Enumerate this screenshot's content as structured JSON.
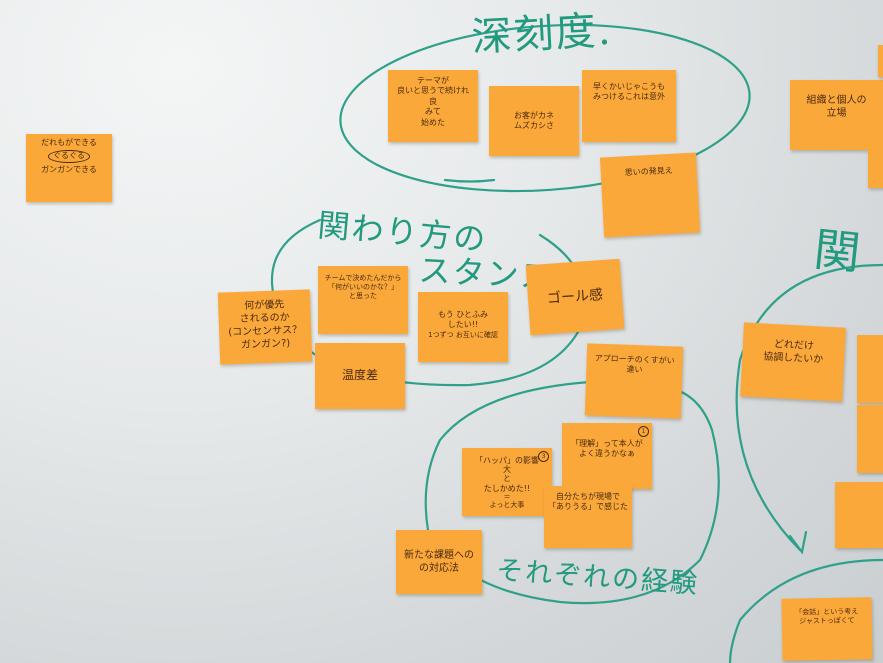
{
  "headings": {
    "depth": "深刻度.",
    "stance_1": "関わり方の",
    "stance_2": "スタンス",
    "experience": "それぞれの経験",
    "right_partial": "関"
  },
  "notes": {
    "left": [
      "だれもができる",
      "ぐるぐる",
      "ガンガンできる"
    ],
    "theme": [
      "テーマが",
      "良いと思うで続けれ",
      "良",
      "みて",
      "始めた"
    ],
    "customer": [
      "お客がカネ",
      "ムズカシさ"
    ],
    "early": [
      "早くかいじゃこうも",
      "みつけるこれは意外"
    ],
    "thought": [
      "思いの発見え"
    ],
    "org": [
      "組織と個人の",
      "立場"
    ],
    "priority": [
      "何が優先",
      "されるのか",
      "(コンセンサス？",
      "ガンガン?)"
    ],
    "team": [
      "チームで決めたんだから",
      "「何がいいのかな？」",
      "と思った"
    ],
    "one_step": [
      "もう ひとふみ",
      "したい!!",
      "1つずつ お互いに確認"
    ],
    "goal": [
      "ゴール感"
    ],
    "temperature": [
      "温度差"
    ],
    "approach": [
      "アプローチのくすがい",
      "違い"
    ],
    "meaning": [
      "「理解」って本人が",
      "よく違うかなぁ"
    ],
    "ballpark": [
      "「ハッパ」の影響",
      "大",
      "と",
      "たしかめた!!",
      "＝",
      "よっと大事"
    ],
    "self": [
      "自分たちが現場で",
      "「ありうる」で感じた"
    ],
    "new_issue": [
      "新たな課題への",
      "の対応法"
    ],
    "collab": [
      "どれだけ",
      "協調したいか"
    ],
    "right_bottom": [
      "「会話」という考え",
      "ジャストっぽくて"
    ]
  },
  "badges": {
    "ballpark": "3",
    "meaning": "1"
  }
}
